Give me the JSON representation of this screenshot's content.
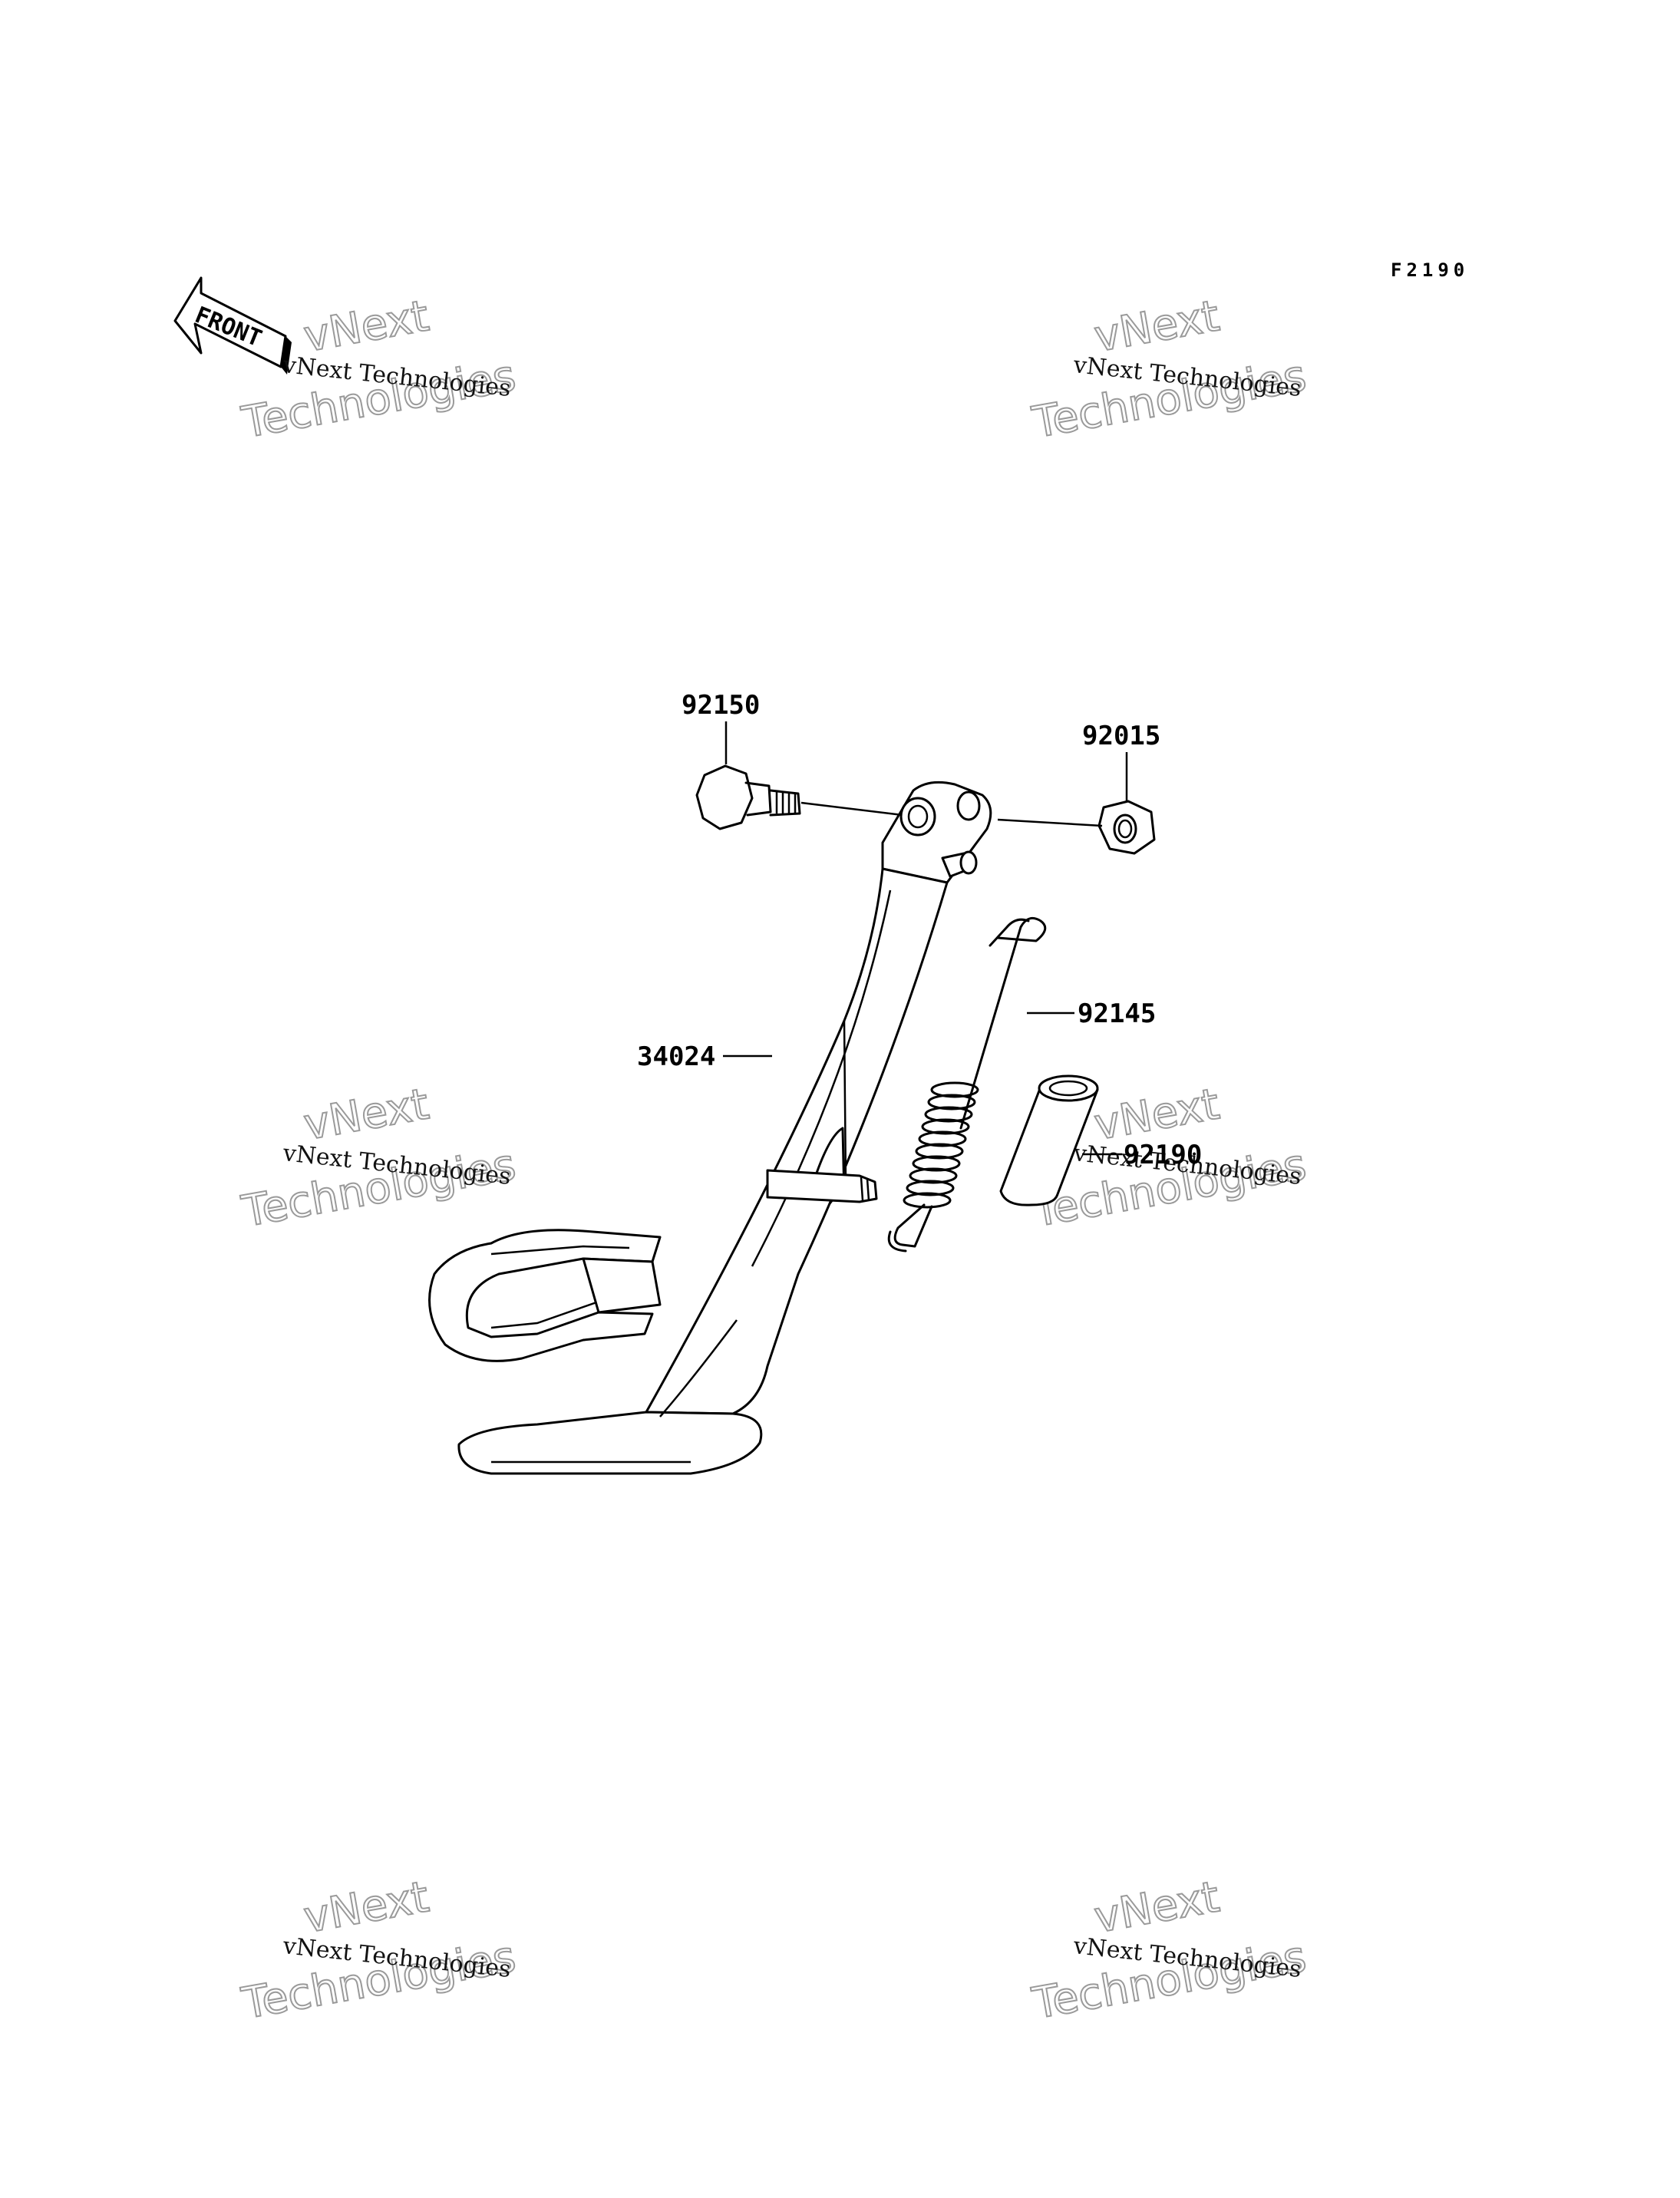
{
  "diagram_code": "F2190",
  "front_indicator": "FRONT",
  "watermark": {
    "company": "vNext Technologies",
    "big_top": "vNext",
    "big_bottom": "Technologies"
  },
  "parts": [
    {
      "number": "92150",
      "item": "bolt"
    },
    {
      "number": "92015",
      "item": "nut"
    },
    {
      "number": "92145",
      "item": "spring"
    },
    {
      "number": "34024",
      "item": "side-stand"
    },
    {
      "number": "92190",
      "item": "tube"
    }
  ]
}
